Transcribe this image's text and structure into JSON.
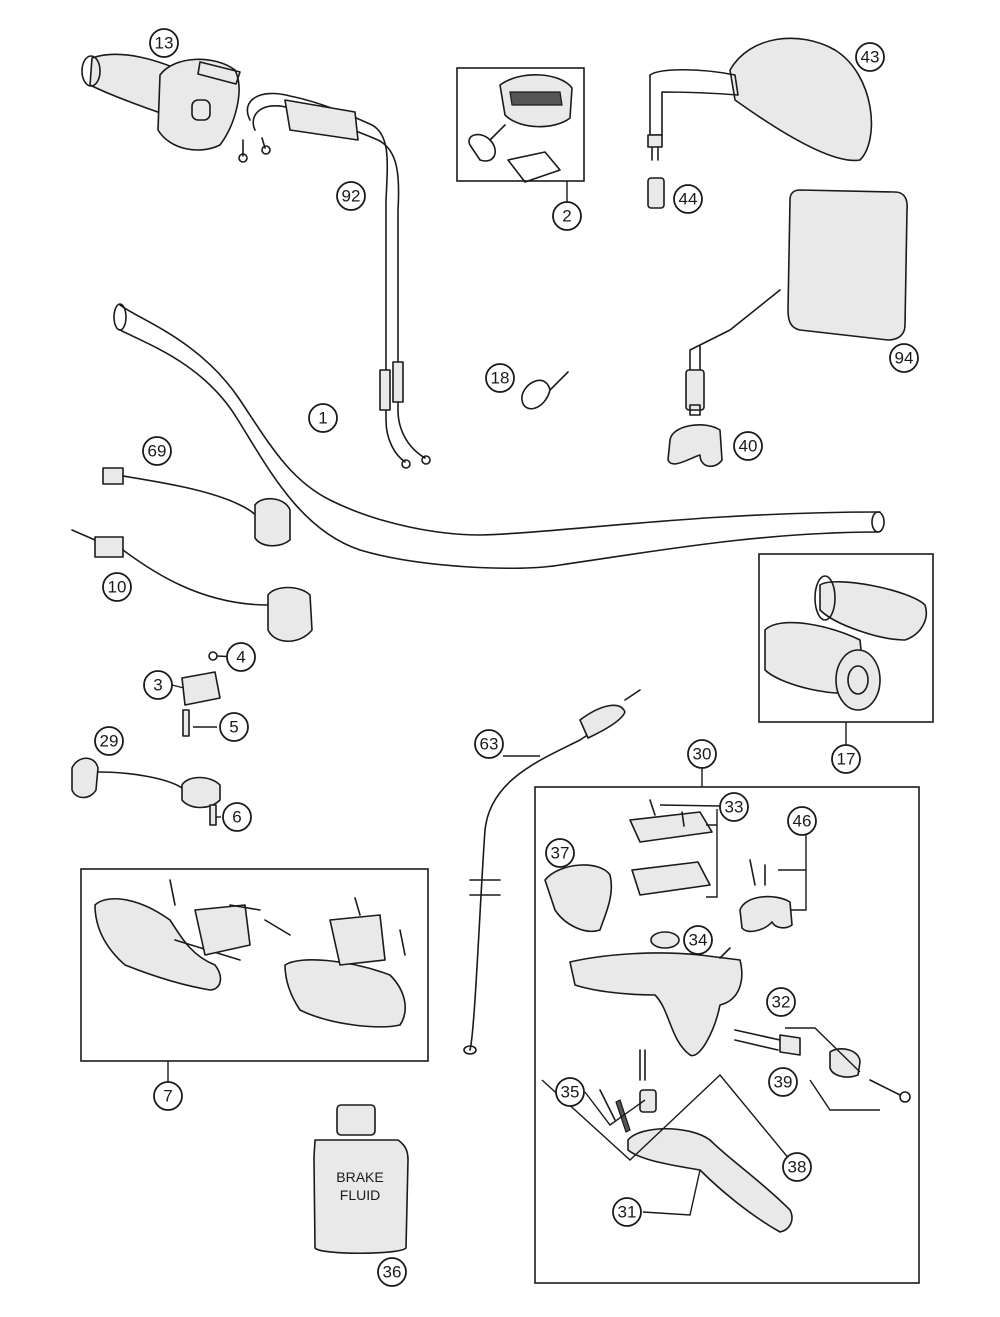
{
  "diagram": {
    "callouts": {
      "c1": "1",
      "c2": "2",
      "c3": "3",
      "c4": "4",
      "c5": "5",
      "c6": "6",
      "c7": "7",
      "c10": "10",
      "c13": "13",
      "c17": "17",
      "c18": "18",
      "c29": "29",
      "c30": "30",
      "c31": "31",
      "c32": "32",
      "c33": "33",
      "c34": "34",
      "c35": "35",
      "c36": "36",
      "c37": "37",
      "c38": "38",
      "c39": "39",
      "c40": "40",
      "c43": "43",
      "c44": "44",
      "c46": "46",
      "c63": "63",
      "c69": "69",
      "c92": "92",
      "c94": "94"
    },
    "can_label": {
      "line1": "BRAKE",
      "line2": "FLUID"
    }
  }
}
